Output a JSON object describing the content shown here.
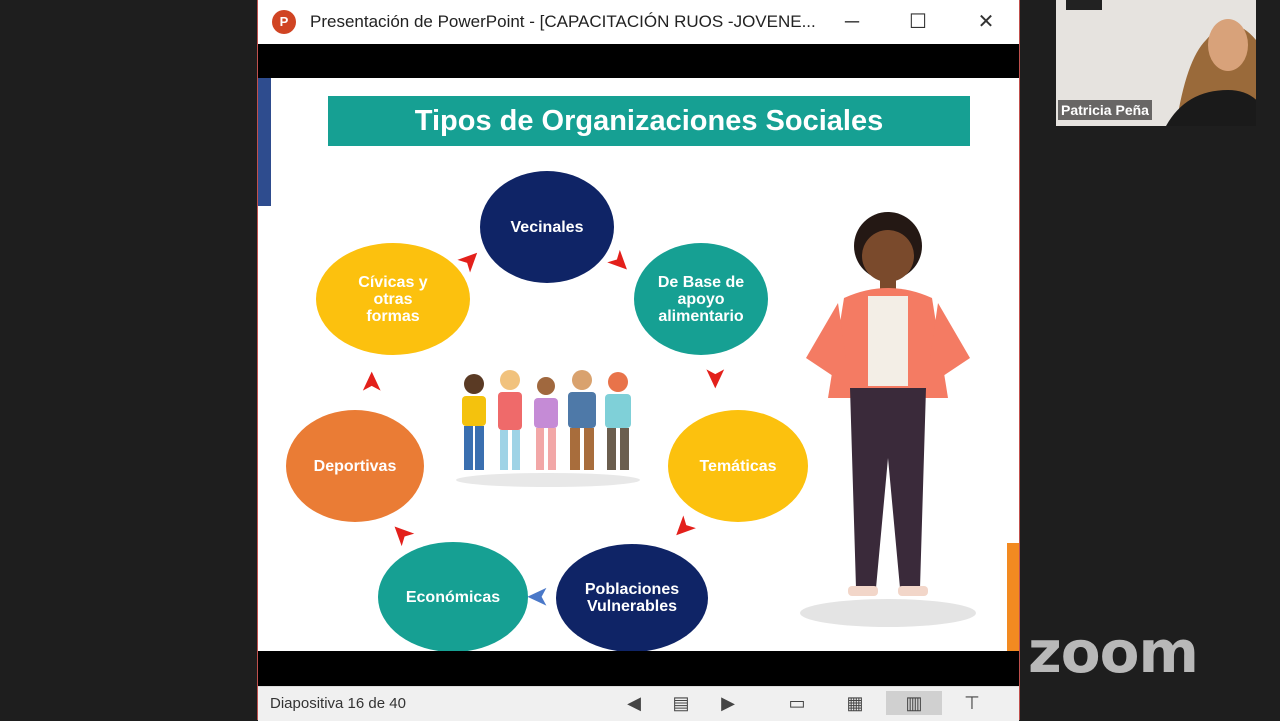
{
  "window": {
    "app_icon": "P",
    "title": "Presentación de PowerPoint - [CAPACITACIÓN RUOS  -JOVENE...",
    "controls": {
      "minimize": "─",
      "maximize": "☐",
      "close": "✕"
    }
  },
  "slide": {
    "title": "Tipos de Organizaciones Sociales",
    "circles": {
      "vecinales": "Vecinales",
      "base_apoyo": "De Base de apoyo alimentario",
      "tematicas": "Temáticas",
      "poblaciones": "Poblaciones Vulnerables",
      "economicas": "Económicas",
      "deportivas": "Deportivas",
      "civicas": "Cívicas y otras formas"
    },
    "colors": {
      "teal": "#16a093",
      "navy": "#0f2466",
      "yellow": "#fcc10e",
      "orange": "#ea7c35",
      "arrow_red": "#e3201b",
      "arrow_blue": "#4a78c8"
    }
  },
  "status": {
    "slide_counter": "Diapositiva 16 de 40",
    "icons": [
      "previous-icon",
      "notes-icon",
      "next-icon",
      "normal-view-icon",
      "grid-view-icon",
      "reading-view-icon",
      "presenter-view-icon"
    ]
  },
  "participant": {
    "name": "Patricia Peña"
  },
  "brand": {
    "logo": "zoom"
  }
}
